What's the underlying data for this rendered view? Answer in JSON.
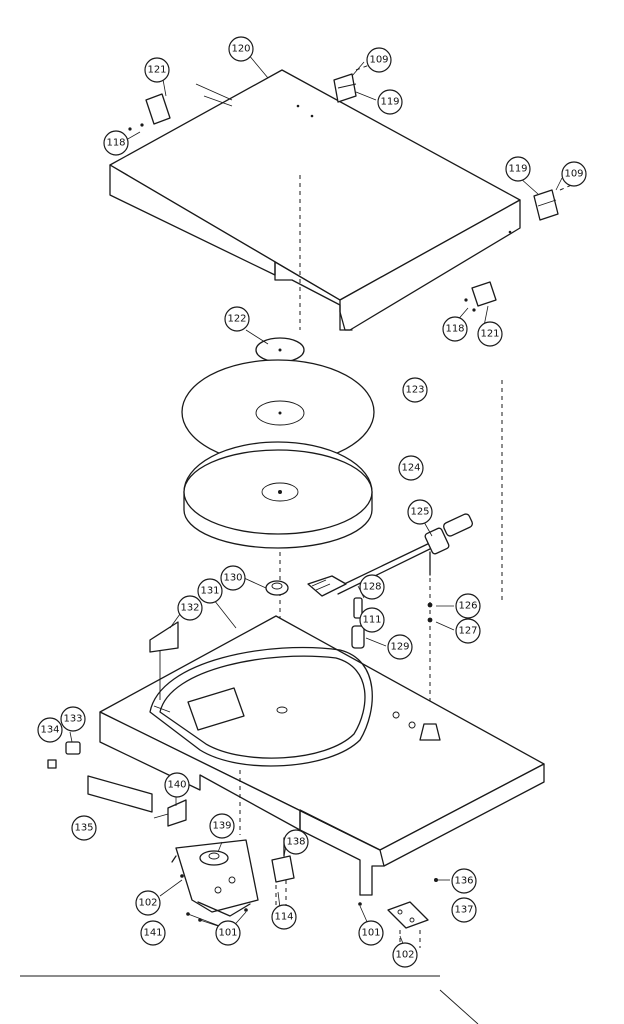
{
  "callouts": [
    {
      "id": "c120",
      "label": "120"
    },
    {
      "id": "c121a",
      "label": "121"
    },
    {
      "id": "c118a",
      "label": "118"
    },
    {
      "id": "c109a",
      "label": "109"
    },
    {
      "id": "c119a",
      "label": "119"
    },
    {
      "id": "c119b",
      "label": "119"
    },
    {
      "id": "c109b",
      "label": "109"
    },
    {
      "id": "c118b",
      "label": "118"
    },
    {
      "id": "c121b",
      "label": "121"
    },
    {
      "id": "c122",
      "label": "122"
    },
    {
      "id": "c123",
      "label": "123"
    },
    {
      "id": "c124",
      "label": "124"
    },
    {
      "id": "c125",
      "label": "125"
    },
    {
      "id": "c130",
      "label": "130"
    },
    {
      "id": "c131",
      "label": "131"
    },
    {
      "id": "c132",
      "label": "132"
    },
    {
      "id": "c128",
      "label": "128"
    },
    {
      "id": "c126",
      "label": "126"
    },
    {
      "id": "c111",
      "label": "111"
    },
    {
      "id": "c127",
      "label": "127"
    },
    {
      "id": "c129",
      "label": "129"
    },
    {
      "id": "c134",
      "label": "134"
    },
    {
      "id": "c133",
      "label": "133"
    },
    {
      "id": "c140",
      "label": "140"
    },
    {
      "id": "c135",
      "label": "135"
    },
    {
      "id": "c139",
      "label": "139"
    },
    {
      "id": "c138",
      "label": "138"
    },
    {
      "id": "c136",
      "label": "136"
    },
    {
      "id": "c102a",
      "label": "102"
    },
    {
      "id": "c137",
      "label": "137"
    },
    {
      "id": "c141",
      "label": "141"
    },
    {
      "id": "c101a",
      "label": "101"
    },
    {
      "id": "c114",
      "label": "114"
    },
    {
      "id": "c101b",
      "label": "101"
    },
    {
      "id": "c102b",
      "label": "102"
    }
  ]
}
